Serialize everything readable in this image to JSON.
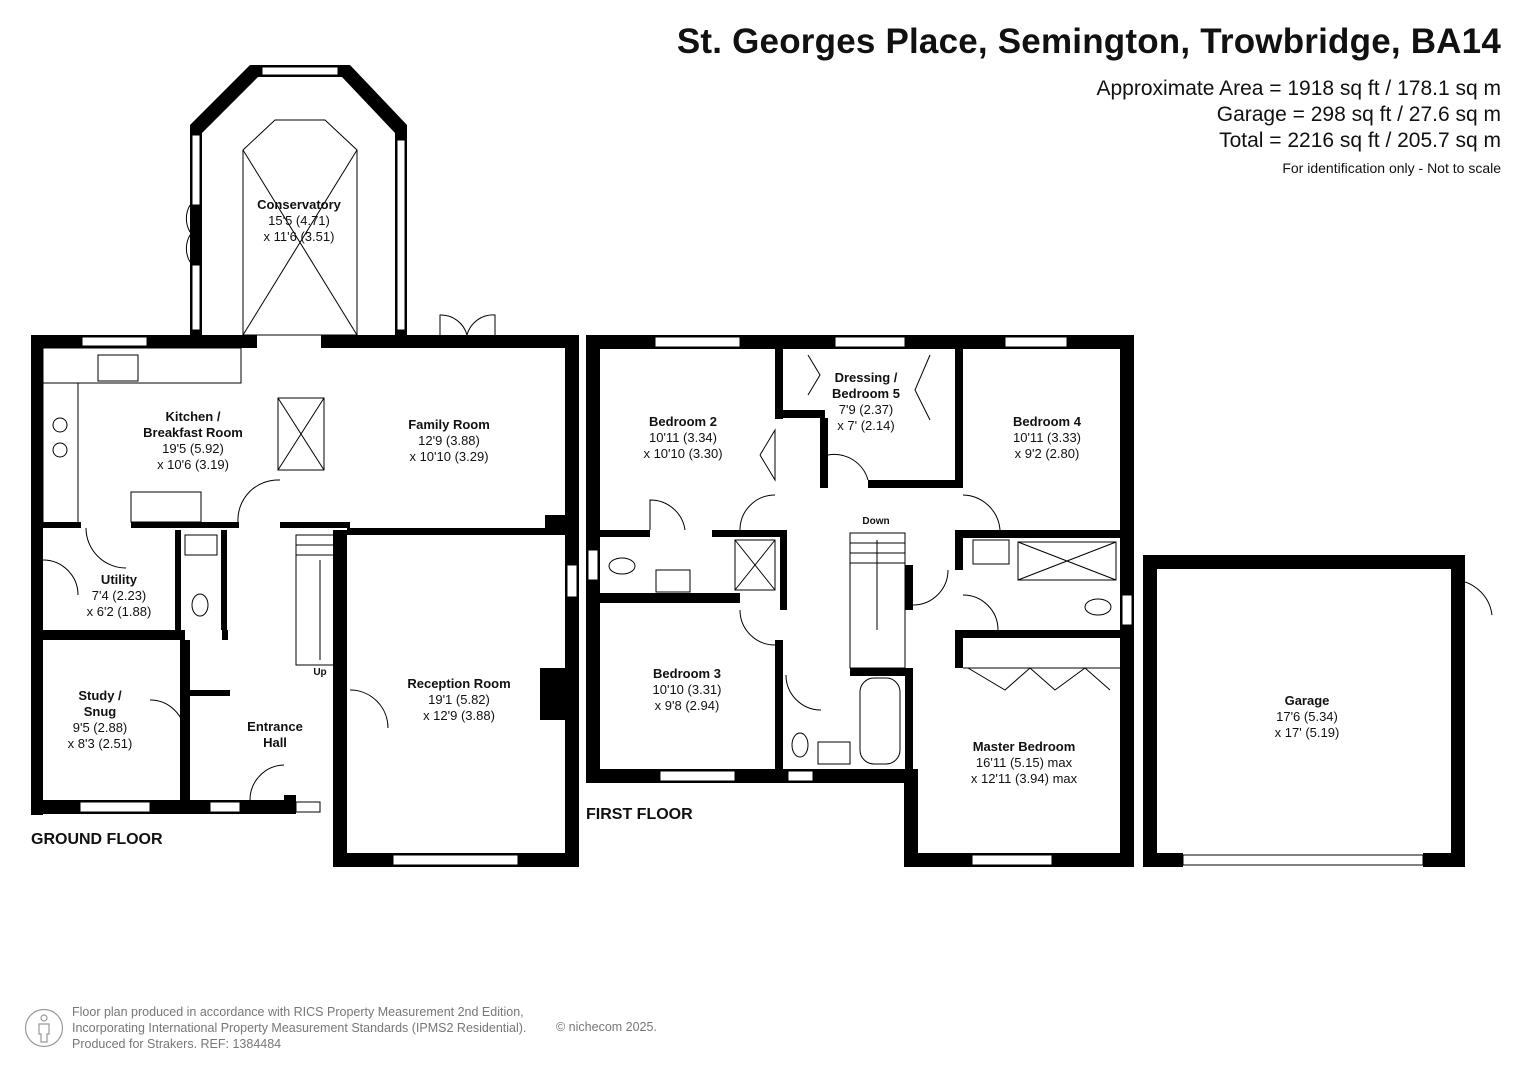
{
  "title": "St. Georges Place, Semington, Trowbridge, BA14",
  "areas": {
    "approximate": "Approximate Area = 1918 sq ft / 178.1 sq m",
    "garage": "Garage = 298 sq ft / 27.6 sq m",
    "total": "Total = 2216 sq ft / 205.7 sq m"
  },
  "note": "For identification only - Not to scale",
  "floors": {
    "ground": "GROUND FLOOR",
    "first": "FIRST FLOOR"
  },
  "rooms": {
    "conservatory": {
      "name": "Conservatory",
      "dim1": "15'5 (4.71)",
      "dim2": "x 11'6 (3.51)"
    },
    "kitchen": {
      "name1": "Kitchen /",
      "name2": "Breakfast Room",
      "dim1": "19'5 (5.92)",
      "dim2": "x 10'6 (3.19)"
    },
    "family": {
      "name": "Family Room",
      "dim1": "12'9 (3.88)",
      "dim2": "x 10'10 (3.29)"
    },
    "utility": {
      "name": "Utility",
      "dim1": "7'4 (2.23)",
      "dim2": "x 6'2 (1.88)"
    },
    "study": {
      "name1": "Study /",
      "name2": "Snug",
      "dim1": "9'5 (2.88)",
      "dim2": "x 8'3 (2.51)"
    },
    "entrance": {
      "name1": "Entrance",
      "name2": "Hall"
    },
    "reception": {
      "name": "Reception Room",
      "dim1": "19'1 (5.82)",
      "dim2": "x 12'9 (3.88)"
    },
    "bedroom2": {
      "name": "Bedroom 2",
      "dim1": "10'11 (3.34)",
      "dim2": "x 10'10 (3.30)"
    },
    "dressing": {
      "name1": "Dressing /",
      "name2": "Bedroom 5",
      "dim1": "7'9 (2.37)",
      "dim2": "x 7' (2.14)"
    },
    "bedroom4": {
      "name": "Bedroom 4",
      "dim1": "10'11 (3.33)",
      "dim2": "x 9'2 (2.80)"
    },
    "bedroom3": {
      "name": "Bedroom 3",
      "dim1": "10'10 (3.31)",
      "dim2": "x 9'8 (2.94)"
    },
    "master": {
      "name": "Master Bedroom",
      "dim1": "16'11 (5.15) max",
      "dim2": "x 12'11 (3.94) max"
    },
    "garage": {
      "name": "Garage",
      "dim1": "17'6 (5.34)",
      "dim2": "x 17' (5.19)"
    }
  },
  "stairs": {
    "up": "Up",
    "down": "Down"
  },
  "footer": {
    "line1": "Floor plan produced in accordance with RICS Property Measurement 2nd Edition,",
    "line2": "Incorporating International Property Measurement Standards (IPMS2 Residential).",
    "line3": "Produced for Strakers.    REF: 1384484",
    "copyright": "© nichecom 2025."
  },
  "colors": {
    "wall": "#000000",
    "window": "#ffffff",
    "text": "#111111",
    "footer": "#777777"
  }
}
